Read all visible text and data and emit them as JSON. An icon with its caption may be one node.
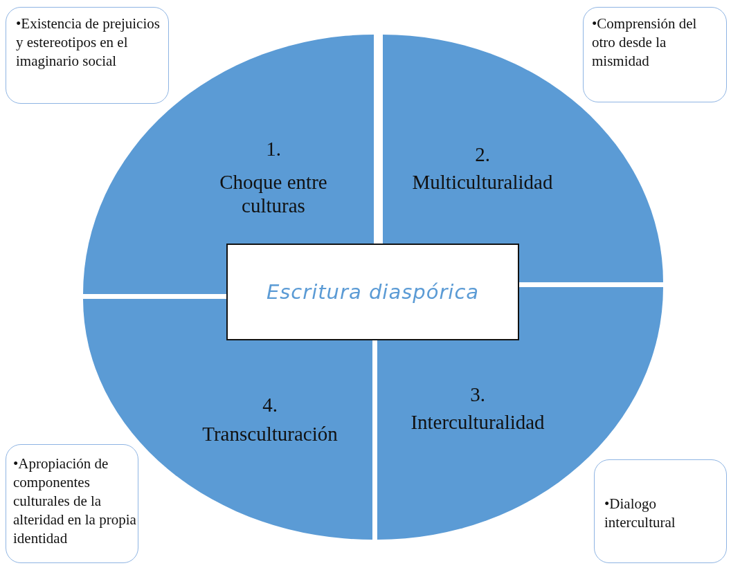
{
  "diagram": {
    "nodes": [
      {
        "text": [
          "•Existencia de prejuicios y estereotipos en el imaginario social"
        ]
      },
      {
        "text": [
          "•Comprensión del otro desde la mismidad"
        ]
      },
      {
        "text": [
          "1.",
          "Choque entre culturas"
        ]
      },
      {
        "text": [
          "2.",
          "Multiculturalidad"
        ]
      },
      {
        "text": [
          "Escritura diaspórica"
        ]
      },
      {
        "text": [
          "4.",
          "Transculturación"
        ]
      },
      {
        "text": [
          "3.",
          "Interculturalidad"
        ]
      },
      {
        "text": [
          "•Apropiación de componentes culturales de la alteridad en la propia identidad"
        ]
      },
      {
        "text": [
          "•Dialogo intercultural"
        ]
      }
    ]
  }
}
